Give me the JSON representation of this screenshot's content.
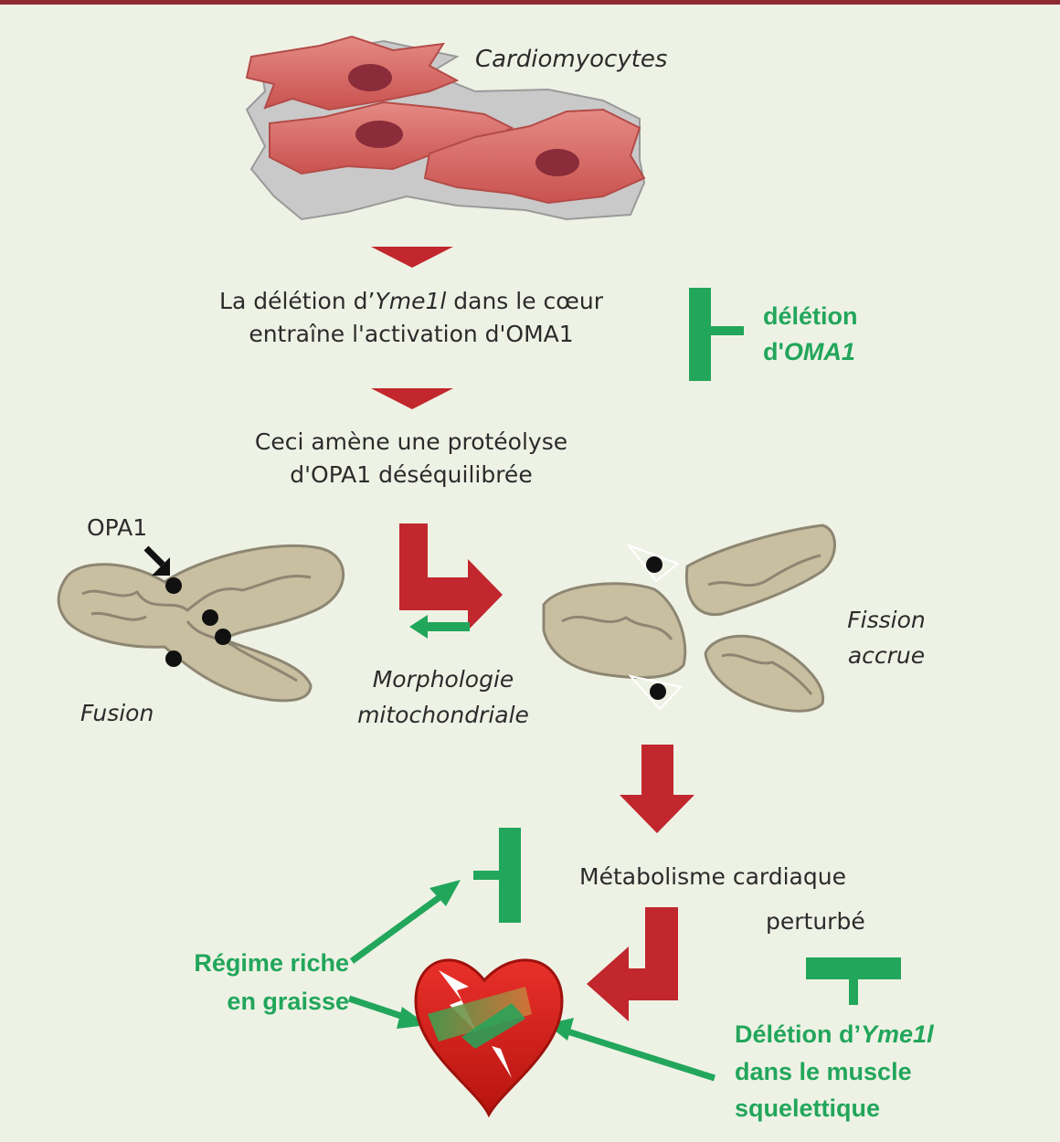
{
  "labels": {
    "cardiomyocytes": "Cardiomyocytes",
    "step1_part1": "La délétion d’",
    "step1_gene": "Yme1l",
    "step1_part2": " dans le cœur",
    "step1_line2": "entraîne l'activation d'OMA1",
    "step2_line1": "Ceci amène une protéolyse",
    "step2_line2": "d'OPA1 déséquilibrée",
    "opa1": "OPA1",
    "fusion": "Fusion",
    "morpho_line1": "Morphologie",
    "morpho_line2": "mitochondriale",
    "fission_line1": "Fission",
    "fission_line2": "accrue",
    "metab_line1": "Métabolisme cardiaque",
    "metab_line2": "perturbé",
    "oma1_del_line1": "délétion",
    "oma1_del_prefix": "d'",
    "oma1_del_gene": "OMA1",
    "diet_line1": "Régime riche",
    "diet_line2": "en graisse",
    "muscle_line1_prefix": "Délétion d’",
    "muscle_line1_gene": "Yme1l",
    "muscle_line2": "dans le muscle",
    "muscle_line3": "squelettique"
  },
  "colors": {
    "red_arrow": "#c1272d",
    "green_inhibit": "#22a65b",
    "mito_fill": "#c8bfa0",
    "cell_fill": "#d8706c",
    "heart": "#d9261c",
    "background": "#eef2e5"
  },
  "icons": [
    "heart-icon",
    "inhibition-bar-icon",
    "arrow-icon"
  ]
}
